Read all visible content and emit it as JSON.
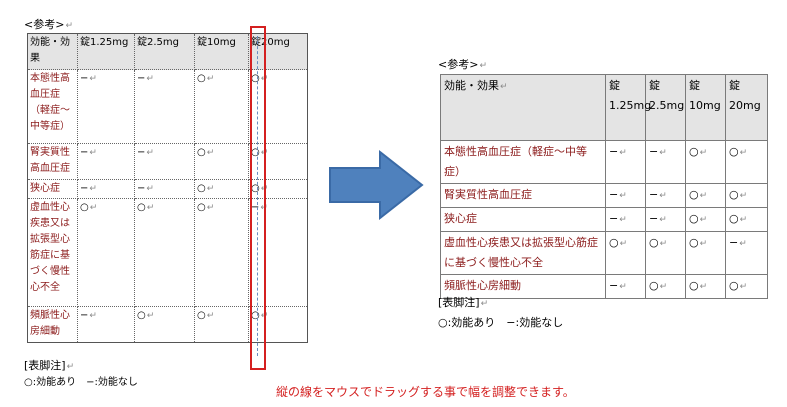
{
  "left": {
    "caption": "<参考>",
    "headers": [
      "効能・効果",
      "錠1.25mg",
      "錠2.5mg",
      "錠10mg",
      "錠20mg"
    ],
    "rows": [
      {
        "label": "本態性高血圧症（軽症〜中等症）",
        "values": [
          "−",
          "−",
          "○",
          "○"
        ]
      },
      {
        "label": "腎実質性高血圧症",
        "values": [
          "−",
          "−",
          "○",
          "○"
        ]
      },
      {
        "label": "狭心症",
        "values": [
          "−",
          "−",
          "○",
          "○"
        ]
      },
      {
        "label": "虚血性心疾患又は拡張型心筋症に基づく慢性心不全",
        "values": [
          "○",
          "○",
          "○",
          "−"
        ]
      },
      {
        "label": "頻脈性心房細動",
        "values": [
          "−",
          "○",
          "○",
          "○"
        ]
      }
    ],
    "note_title": "[表脚注]",
    "note_text": "○:効能あり　−:効能なし"
  },
  "right": {
    "caption": "<参考>",
    "headers": [
      "効能・効果",
      "錠1.25mg",
      "錠2.5mg",
      "錠10mg",
      "錠20mg"
    ],
    "rows": [
      {
        "label": "本態性高血圧症（軽症〜中等症）",
        "values": [
          "−",
          "−",
          "○",
          "○"
        ]
      },
      {
        "label": "腎実質性高血圧症",
        "values": [
          "−",
          "−",
          "○",
          "○"
        ]
      },
      {
        "label": "狭心症",
        "values": [
          "−",
          "−",
          "○",
          "○"
        ]
      },
      {
        "label": "虚血性心疾患又は拡張型心筋症に基づく慢性心不全",
        "values": [
          "○",
          "○",
          "○",
          "−"
        ]
      },
      {
        "label": "頻脈性心房細動",
        "values": [
          "−",
          "○",
          "○",
          "○"
        ]
      }
    ],
    "note_title": "[表脚注]",
    "note_text": "○:効能あり　−:効能なし"
  },
  "instruction": "縦の線をマウスでドラッグする事で幅を調整できます。",
  "colors": {
    "arrow": "#4f81bd",
    "highlight": "#d42020",
    "disease_text": "#8b1a1a",
    "header_bg": "#e4e4e4"
  },
  "icons": {
    "arrow": "right-arrow-icon"
  }
}
